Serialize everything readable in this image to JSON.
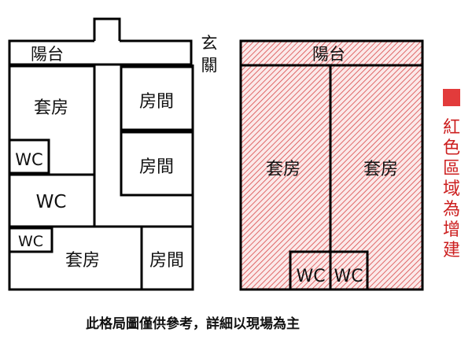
{
  "left_plan": {
    "balcony": "陽台",
    "entrance": [
      "玄",
      "關"
    ],
    "suite_top": "套房",
    "room_1": "房間",
    "room_2": "房間",
    "wc_small_1": "WC",
    "wc_large": "WC",
    "wc_small_2": "WC",
    "suite_bottom": "套房",
    "room_3": "房間"
  },
  "right_plan": {
    "balcony": "陽台",
    "suite_left": "套房",
    "suite_right": "套房",
    "wc_left": "WC",
    "wc_right": "WC"
  },
  "legend": {
    "text": [
      "紅",
      "色",
      "區",
      "域",
      "為",
      "增",
      "建"
    ],
    "color": "#e23b3b"
  },
  "footer_note": "此格局圖僅供參考，詳細以現場為主",
  "colors": {
    "hatch_line": "#d94848",
    "hatch_bg": "#fbe9e9",
    "wall": "#000000"
  }
}
